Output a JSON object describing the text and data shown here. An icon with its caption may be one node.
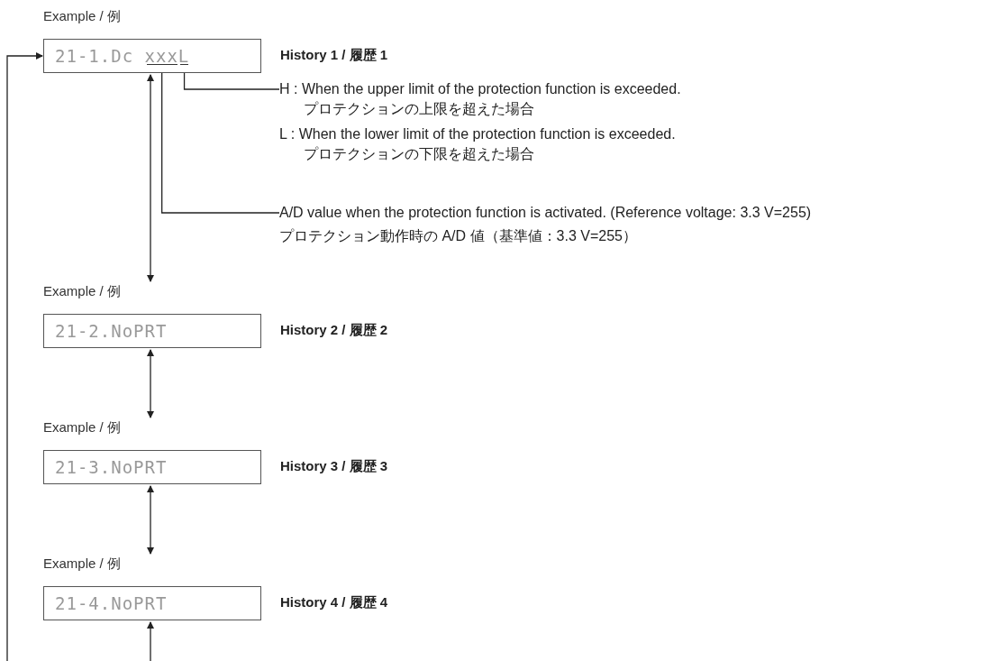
{
  "diagram": {
    "nodes": [
      {
        "text": [
          "Example / 例",
          "21-1.Dc xxxL"
        ],
        "beside": [
          "History 1 / 履歴 1"
        ]
      },
      {
        "text": [],
        "shape": "bar",
        "in": 0
      },
      {
        "text": [],
        "shape": "bar",
        "in": 0
      },
      {
        "text": [
          "H : When the upper limit of the protection function is exceeded.",
          "プロテクションの上限を超えた場合",
          "L : When the lower limit of the protection function is exceeded.",
          "プロテクションの下限を超えた場合"
        ]
      },
      {
        "text": [
          "A/D value when the protection function is activated. (Reference voltage: 3.3 V=255)",
          "プロテクション動作時の A/D 値（基準値：3.3 V=255）"
        ]
      },
      {
        "text": [
          "Example / 例",
          "21-2.NoPRT"
        ],
        "beside": [
          "History 2 / 履歴 2"
        ]
      },
      {
        "text": [
          "Example / 例",
          "21-3.NoPRT"
        ],
        "beside": [
          "History 3 / 履歴 3"
        ]
      },
      {
        "text": [
          "Example / 例",
          "21-4.NoPRT"
        ],
        "beside": [
          "History 4 / 履歴 4"
        ]
      }
    ],
    "edges": [
      {
        "from": 3,
        "to": 2,
        "arrow": "none"
      },
      {
        "from": 4,
        "to": 1,
        "arrow": "none"
      },
      {
        "from": 0,
        "to": 5,
        "arrow": "both"
      },
      {
        "from": 5,
        "to": 6,
        "arrow": "both"
      },
      {
        "from": 6,
        "to": 7,
        "arrow": "both"
      },
      {
        "from": null,
        "to": 7,
        "arrow": "to"
      },
      {
        "from": null,
        "to": 0,
        "arrow": "to"
      }
    ]
  }
}
